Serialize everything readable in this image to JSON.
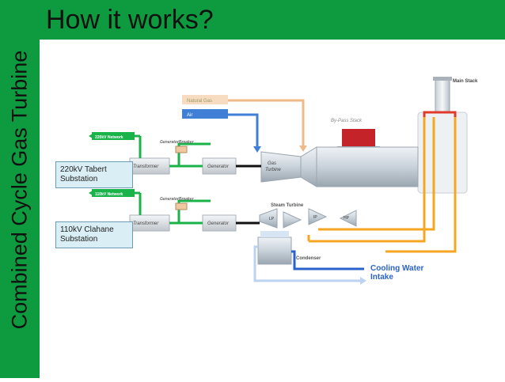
{
  "slide": {
    "title": "How it works?",
    "sidebar_title": "Combined Cycle Gas Turbine"
  },
  "diagram": {
    "labels": {
      "natural_gas": "Natural Gas",
      "air": "Air",
      "bypass_stack": "By-Pass Stack",
      "main_stack": "Main Stack",
      "network_220": "220kV Network",
      "network_110": "110kV Network",
      "generator_breaker_1": "GeneratorBreaker",
      "generator_breaker_2": "GeneratorBreaker",
      "transformer_1": "Transformer",
      "transformer_2": "Transformer",
      "generator_1": "Generator",
      "generator_2": "Generator",
      "gas_turbine_line1": "Gas",
      "gas_turbine_line2": "Turbine",
      "steam_turbine": "Steam Turbine",
      "lp": "LP",
      "ip": "IP",
      "hp": "HP",
      "condenser": "Condenser",
      "cooling_water_line1": "Cooling Water",
      "cooling_water_line2": "Intake"
    },
    "callouts": {
      "tabert_line1": "220kV Tabert",
      "tabert_line2": "Substation",
      "clahane_line1": "110kV Clahane",
      "clahane_line2": "Substation"
    },
    "colors": {
      "green": "#19b34a",
      "gas": "#f0b98a",
      "air": "#3f7fd6",
      "steam": "#f5a623",
      "hot": "#e03a2a",
      "water": "#2a62c9"
    }
  }
}
